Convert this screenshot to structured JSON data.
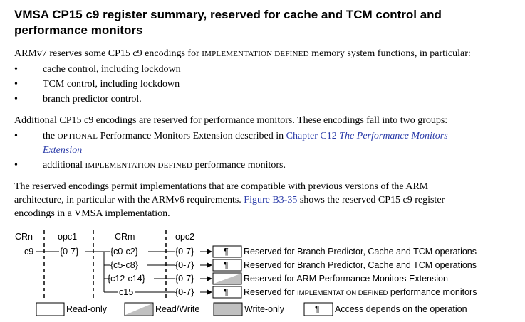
{
  "heading": "VMSA CP15 c9 register summary, reserved for cache and TCM control and performance monitors",
  "para1": {
    "before": "ARMv7 reserves some CP15 c9 encodings for ",
    "impl": "IMPLEMENTATION DEFINED",
    "after": " memory system functions, in particular:"
  },
  "bullets1": [
    "cache control, including lockdown",
    "TCM control, including lockdown",
    "branch predictor control."
  ],
  "para2": "Additional CP15 c9 encodings are reserved for performance monitors. These encodings fall into two groups:",
  "bullets2": {
    "b1_pre": "the ",
    "b1_optional": "OPTIONAL",
    "b1_mid": " Performance Monitors Extension described in ",
    "b1_link": "Chapter C12",
    "b1_link_italic": " The Performance Monitors Extension",
    "b2_pre": "additional ",
    "b2_impl": "IMPLEMENTATION DEFINED",
    "b2_post": " performance monitors."
  },
  "para3": {
    "line1": "The reserved encodings permit implementations that are compatible with previous versions of the ARM",
    "line2_pre": "architecture, in particular with the ARMv6 requirements. ",
    "line2_link": "Figure B3-35",
    "line2_post": " shows the reserved CP15 c9 register",
    "line3": "encodings in a VMSA implementation."
  },
  "figure": {
    "headers": {
      "crn": "CRn",
      "opc1": "opc1",
      "crm": "CRm",
      "opc2": "opc2"
    },
    "crn_value": "c9",
    "opc1_value": "{0-7}",
    "rows": [
      {
        "crm": "{c0-c2}",
        "opc2": "{0-7}",
        "access": "pilcrow",
        "desc": "Reserved for Branch Predictor, Cache and TCM operations"
      },
      {
        "crm": "{c5-c8}",
        "opc2": "{0-7}",
        "access": "pilcrow",
        "desc": "Reserved for Branch Predictor, Cache and TCM operations"
      },
      {
        "crm": "{c12-c14}",
        "opc2": "{0-7}",
        "access": "read-write",
        "desc": "Reserved for ARM Performance Monitors Extension"
      },
      {
        "crm": "c15",
        "opc2": "{0-7}",
        "access": "pilcrow",
        "desc_pre": "Reserved for ",
        "desc_impl": "IMPLEMENTATION DEFINED",
        "desc_post": " performance monitors"
      }
    ],
    "pilcrow_symbol": "¶",
    "legend": {
      "read_only": "Read-only",
      "read_write": "Read/Write",
      "write_only": "Write-only",
      "access_depends": "Access depends on the operation"
    }
  },
  "colors": {
    "link": "#2a3ba8",
    "grey_fill": "#c0c0c0"
  }
}
